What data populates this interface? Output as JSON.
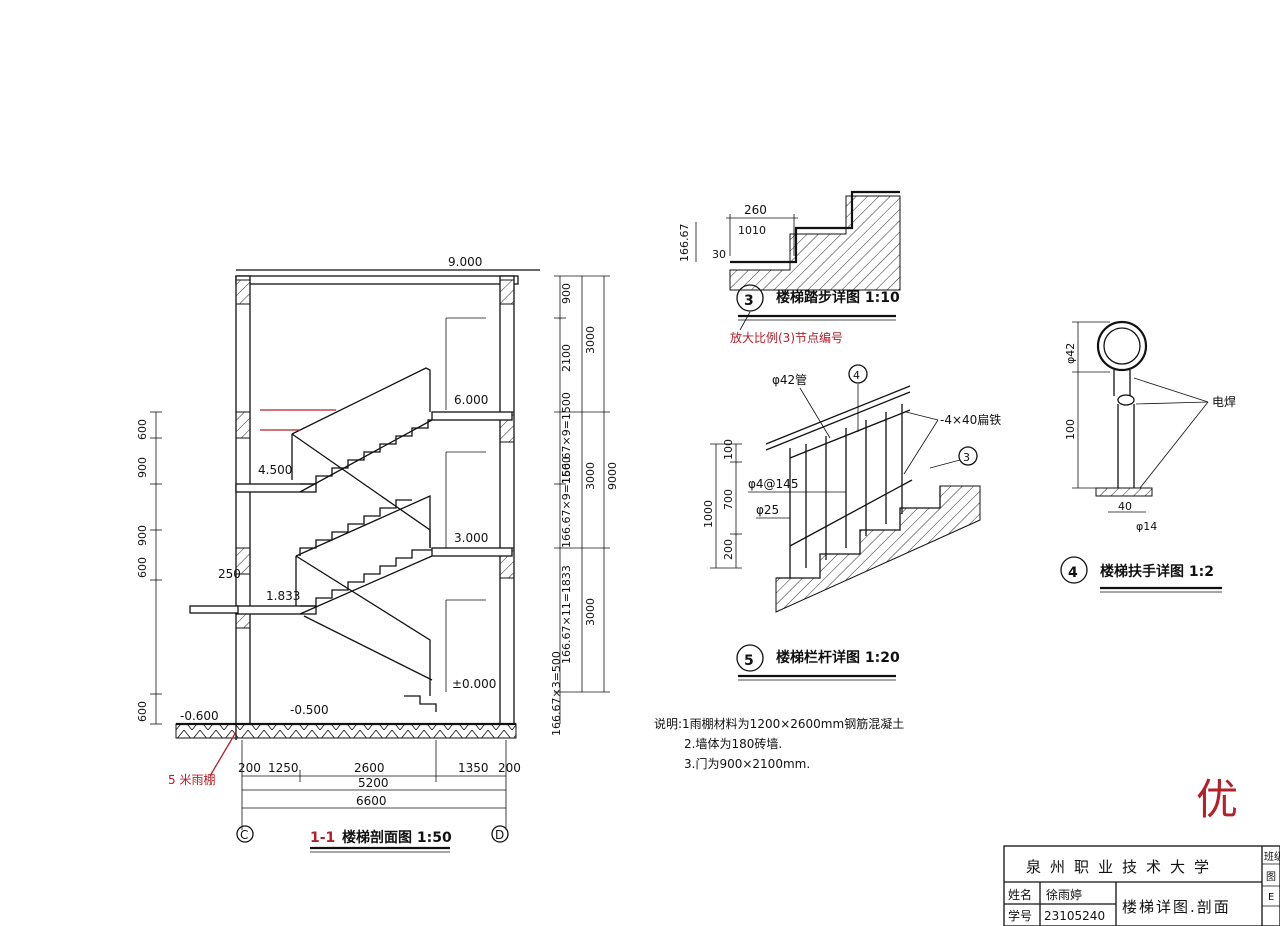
{
  "section": {
    "title_mark": "1-1",
    "title_text": "楼梯剖面图 1:50",
    "axis_left": "C",
    "axis_right": "D",
    "elevations": [
      "9.000",
      "6.000",
      "4.500",
      "3.000",
      "1.833",
      "±0.000",
      "-0.500",
      "-0.600"
    ],
    "bottom_dims": [
      "200",
      "1250",
      "2600",
      "1350",
      "200"
    ],
    "total_dims": [
      "5200",
      "6600"
    ],
    "right_dims_inner": [
      "900",
      "2100",
      "166.67×9=1500",
      "166.67×9=1500",
      "166.67×11=1833",
      "166.67×3=500"
    ],
    "right_dims_mid": [
      "3000",
      "3000",
      "3000"
    ],
    "right_dims_outer": [
      "9000"
    ],
    "left_dims": [
      "600",
      "900",
      "900",
      "600",
      "600"
    ],
    "canopy_dim": "250",
    "red_note": "5 米雨棚"
  },
  "detail3": {
    "number": "3",
    "title_text": "楼梯踏步详图 1:10",
    "dim_tread": "260",
    "dim_riser": "166.67",
    "dim_layers": "1010",
    "dim_30": "30",
    "red_note": "放大比例(3)节点编号"
  },
  "detail5": {
    "number": "5",
    "title_text": "楼梯栏杆详图 1:20",
    "label_pipe": "φ42管",
    "label_bar": "-4×40扁铁",
    "label_rod": "φ4@145",
    "label_post": "φ25",
    "ref_top": "4",
    "ref_side": "3",
    "dims_v": [
      "1000",
      "100",
      "700",
      "200"
    ]
  },
  "detail4": {
    "number": "4",
    "title_text": "楼梯扶手详图 1:2",
    "label_weld": "电焊",
    "dim_dia": "φ42",
    "dim_h": "100",
    "dim_40": "40",
    "dim_14": "φ14"
  },
  "notes": {
    "line1": "说明:1雨棚材料为1200×2600mm钢筋混凝土",
    "line2": "2.墙体为180砖墙.",
    "line3": "3.门为900×2100mm."
  },
  "title_block": {
    "school": "泉州职业技术大学",
    "name_label": "姓名",
    "name_value": "徐雨婷",
    "id_label": "学号",
    "id_value": "23105240",
    "drawing_title": "楼梯详图.剖面",
    "cut_class": "班级",
    "cut_row2": "图",
    "cut_row3": "E",
    "grade": "优"
  }
}
